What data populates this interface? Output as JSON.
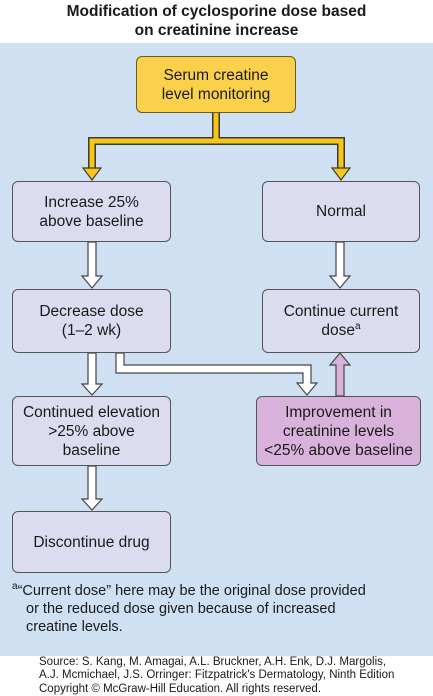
{
  "title": {
    "line1": "Modification of cyclosporine dose based",
    "line2": "on creatinine increase"
  },
  "boxes": {
    "monitoring": {
      "line1": "Serum creatine",
      "line2": "level monitoring"
    },
    "increase": {
      "line1": "Increase 25%",
      "line2": "above baseline"
    },
    "normal": {
      "line1": "Normal"
    },
    "decrease": {
      "line1": "Decrease dose",
      "line2": "(1–2 wk)"
    },
    "continue": {
      "line1": "Continue current",
      "line2": "dose",
      "sup": "a"
    },
    "elevation": {
      "line1": "Continued elevation",
      "line2": ">25% above",
      "line3": "baseline"
    },
    "improvement": {
      "line1": "Improvement in",
      "line2": "creatinine levels",
      "line3": "<25% above baseline"
    },
    "discontinue": {
      "line1": "Discontinue drug"
    }
  },
  "footnote": {
    "marker": "a",
    "line1": "“Current dose” here may be the original dose provided",
    "line2": "or the reduced dose given because of increased",
    "line3": "creatine levels."
  },
  "source": {
    "line1": "Source: S. Kang, M. Amagai, A.L. Bruckner, A.H. Enk, D.J. Margolis,",
    "line2": "A.J. Mcmichael, J.S. Orringer: Fitzpatrick's Dermatology, Ninth Edition",
    "line3": "Copyright © McGraw-Hill Education. All rights reserved."
  },
  "colors": {
    "panel": "#cfe0f2",
    "box": "#dcdcf0",
    "start_box": "#fbd14b",
    "improvement_box": "#d9b2db",
    "yellow_arrow": "#f5c518"
  }
}
